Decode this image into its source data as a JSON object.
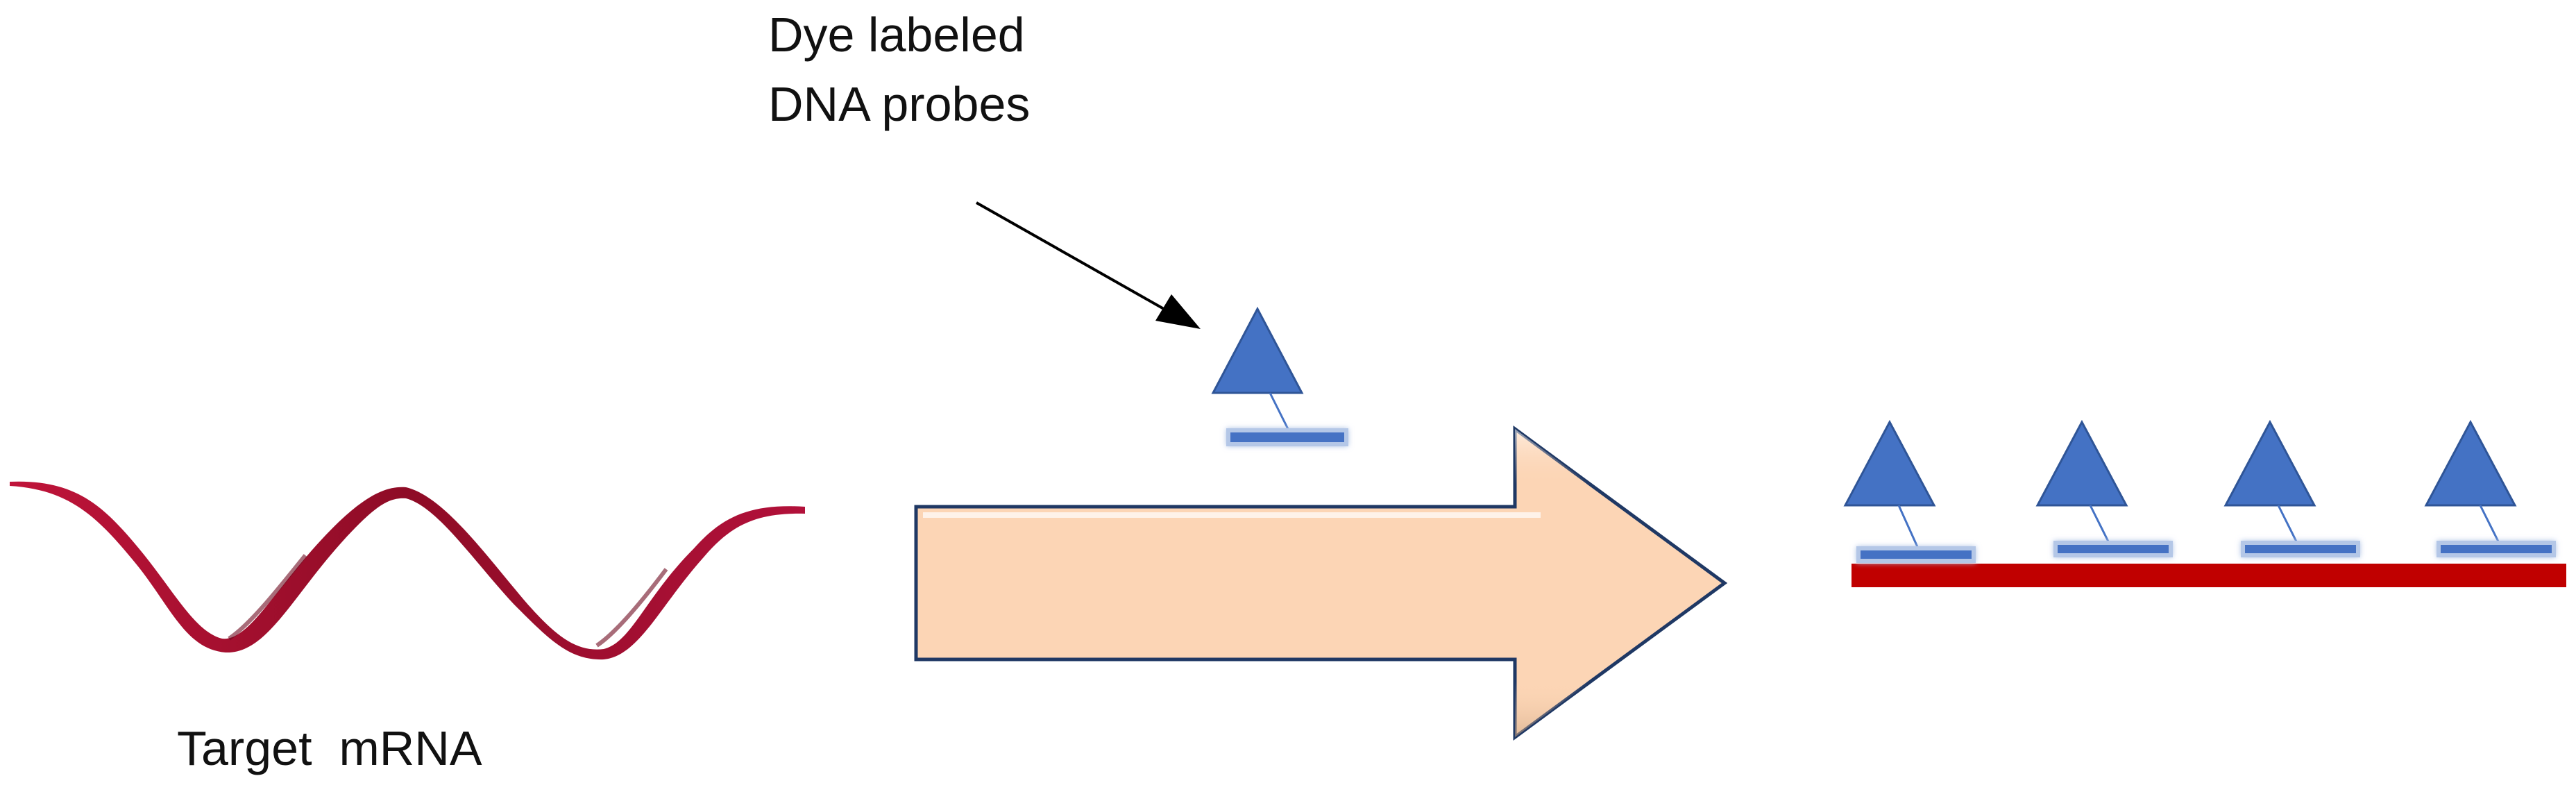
{
  "labels": {
    "probe_label_line1": "Dye labeled",
    "probe_label_line2": "DNA probes",
    "target_label": "Target  mRNA"
  },
  "colors": {
    "dye": "#4472C4",
    "dye_outline": "#2F5597",
    "probe_strand": "#4472C4",
    "probe_glow": "#B4C7E7",
    "mrna_ribbon": "#A50F2D",
    "mrna_ribbon_dark": "#7A0A20",
    "mrna_strand": "#C00000",
    "arrow_fill": "#FCD5B5",
    "arrow_outline": "#1F3864",
    "text": "#111111"
  },
  "icons": [
    "dye-triangle-icon",
    "probe-strand-icon",
    "mrna-ribbon-icon",
    "process-arrow-icon"
  ]
}
